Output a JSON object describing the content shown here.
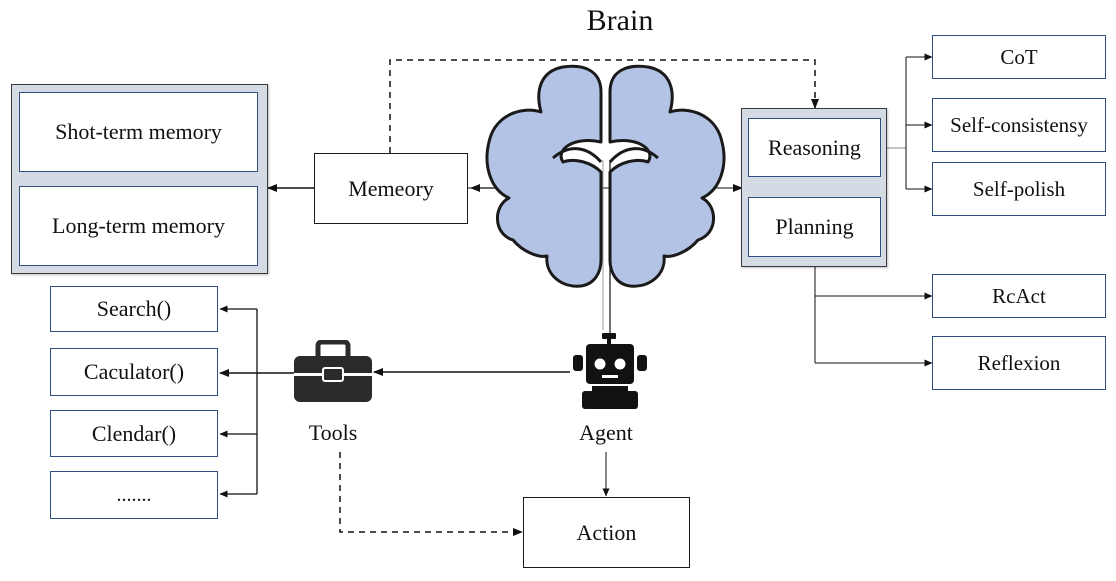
{
  "diagram": {
    "title": "Brain",
    "memory": {
      "label": "Memeory",
      "items": [
        "Shot-term memory",
        "Long-term memory"
      ]
    },
    "brain_icon": "brain-icon",
    "reasoning": "Reasoning",
    "planning": "Planning",
    "reasoning_methods": [
      "CoT",
      "Self-consistensy",
      "Self-polish"
    ],
    "planning_methods": [
      "RcAct",
      "Reflexion"
    ],
    "tools": {
      "label": "Tools",
      "icon": "toolbox-icon",
      "items": [
        "Search()",
        "Caculator()",
        "Clendar()",
        "......."
      ]
    },
    "agent": {
      "label": "Agent",
      "icon": "robot-icon"
    },
    "action": "Action"
  }
}
